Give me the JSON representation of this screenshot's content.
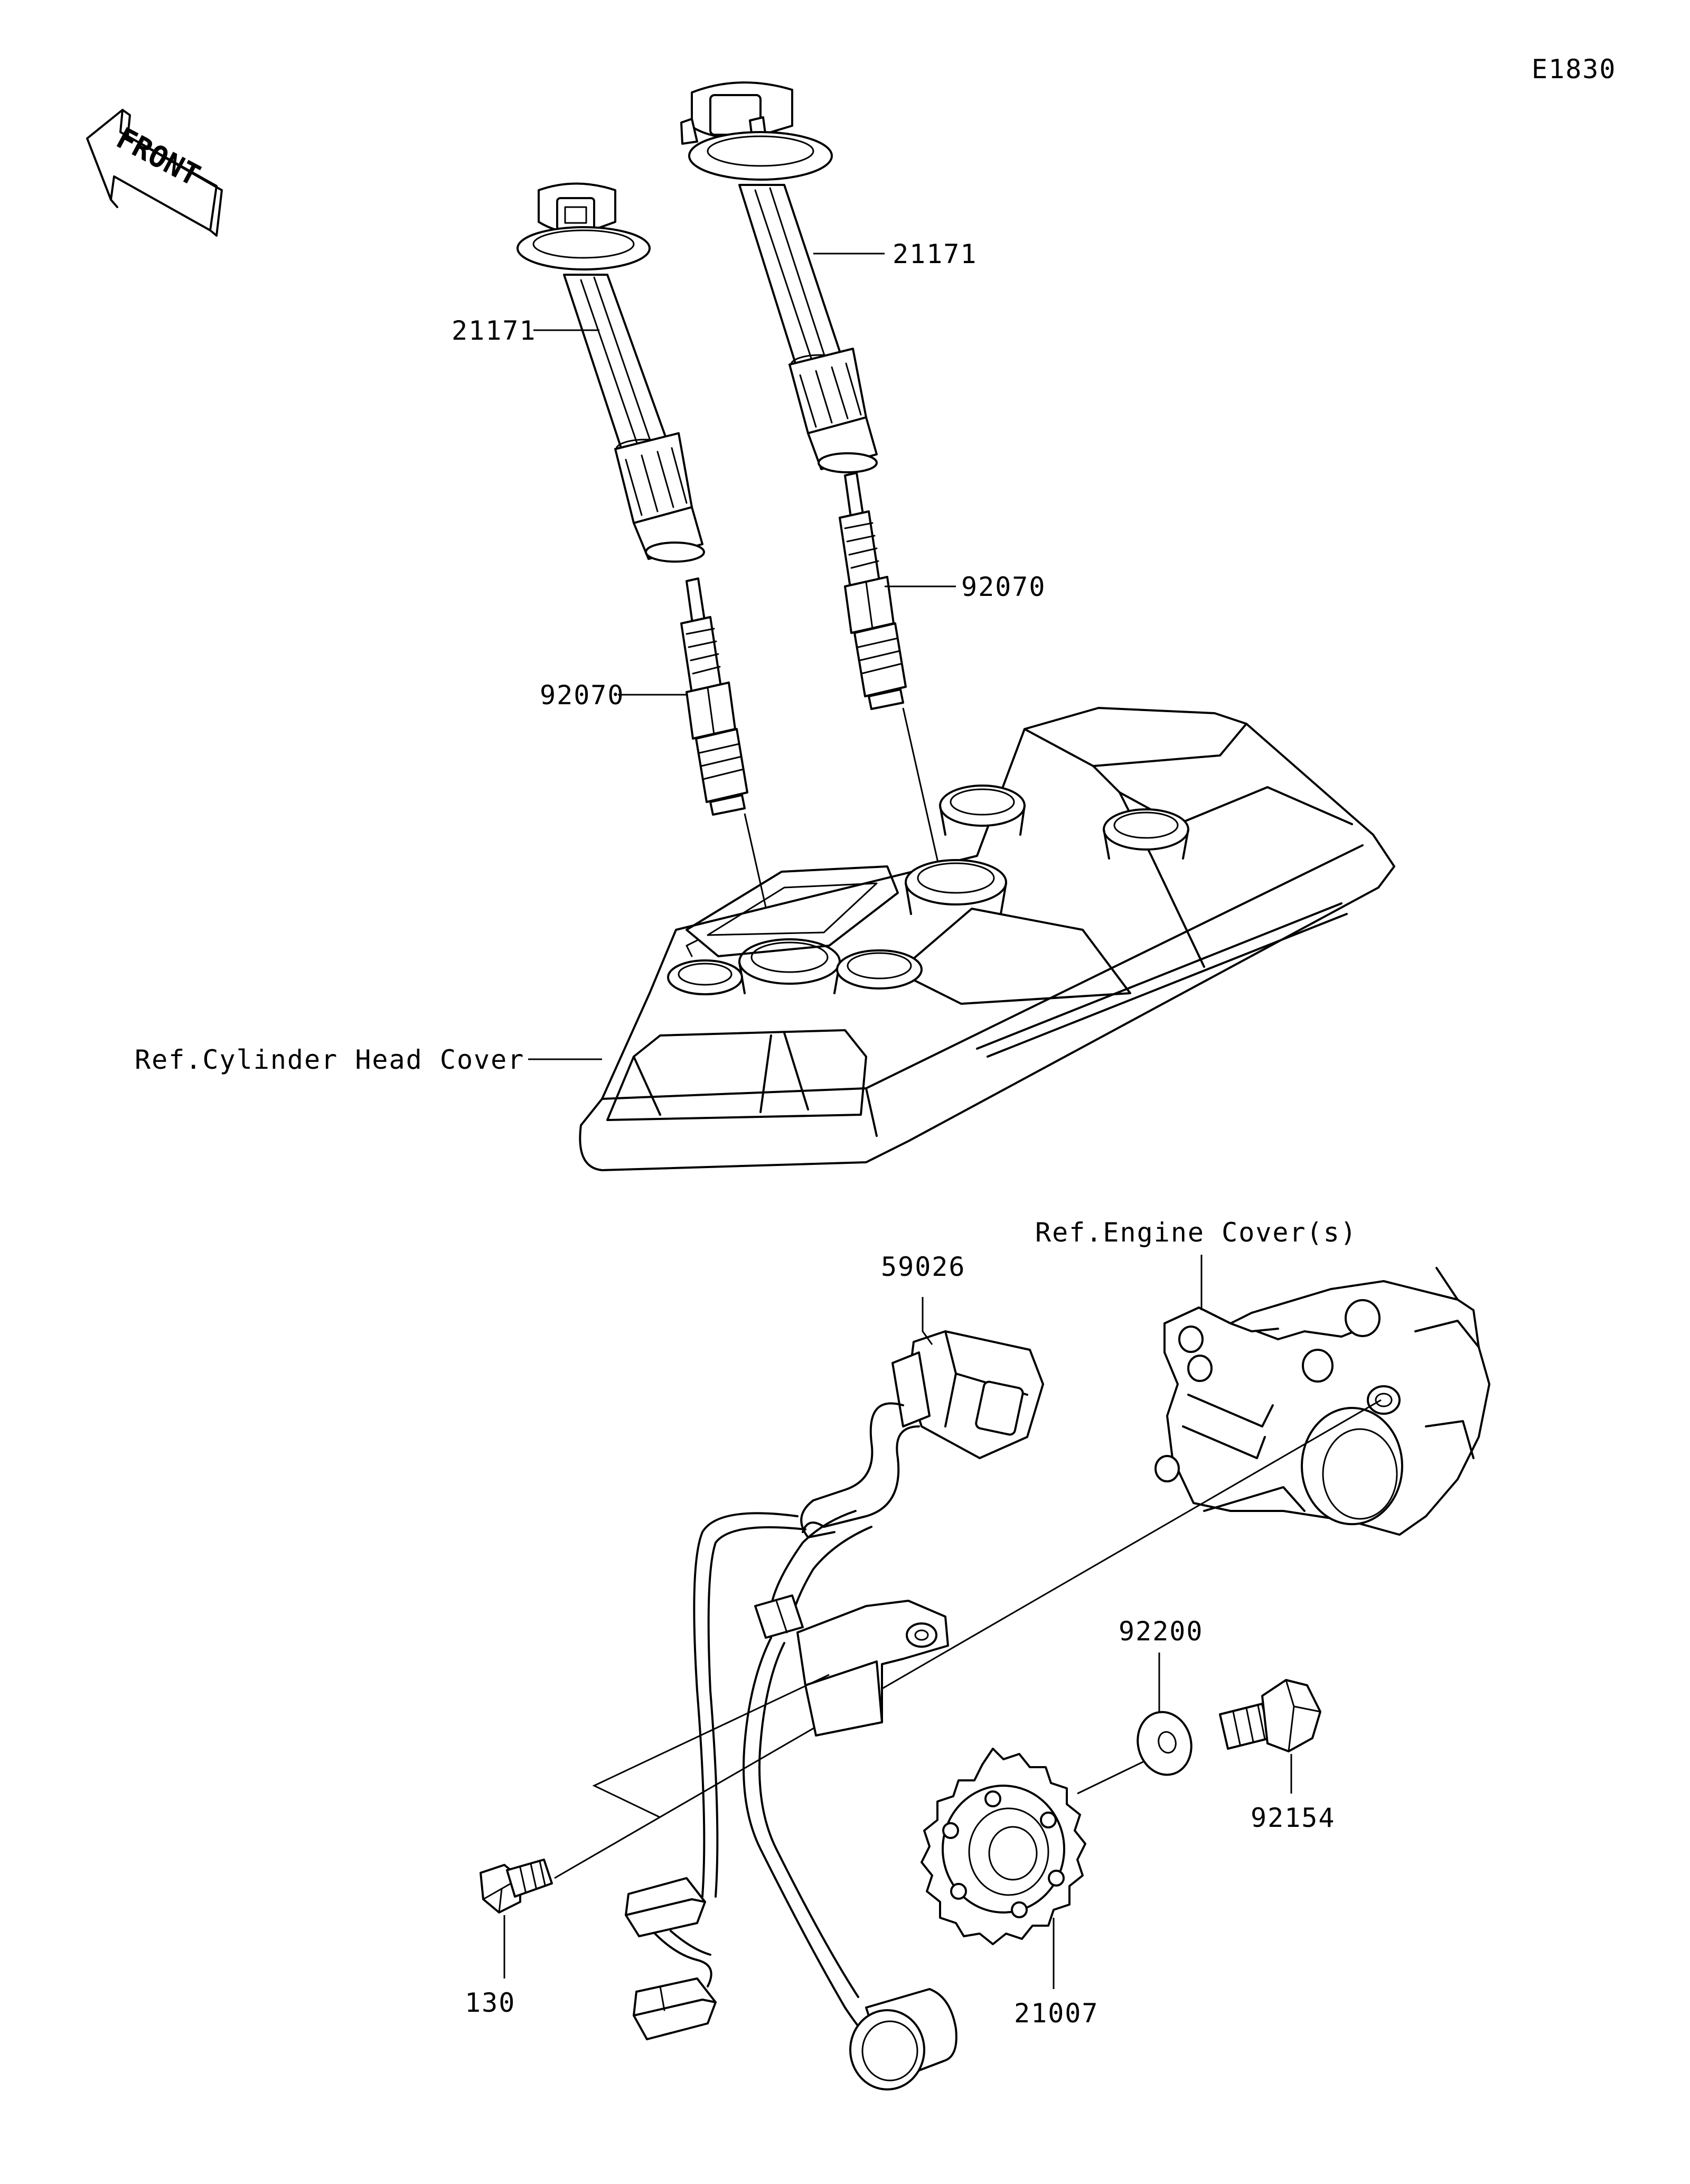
{
  "diagram_code": "E1830",
  "front_arrow_label": "FRONT",
  "callouts": {
    "ignition_coil_left": "21171",
    "ignition_coil_right": "21171",
    "spark_plug_left": "92070",
    "spark_plug_right": "92070",
    "ref_cylinder_head_cover": "Ref.Cylinder Head Cover",
    "ref_engine_cover": "Ref.Engine Cover(s)",
    "crankshaft_sensor": "59026",
    "washer": "92200",
    "bolt_rotor": "92154",
    "timing_rotor": "21007",
    "bolt_sensor": "130"
  }
}
